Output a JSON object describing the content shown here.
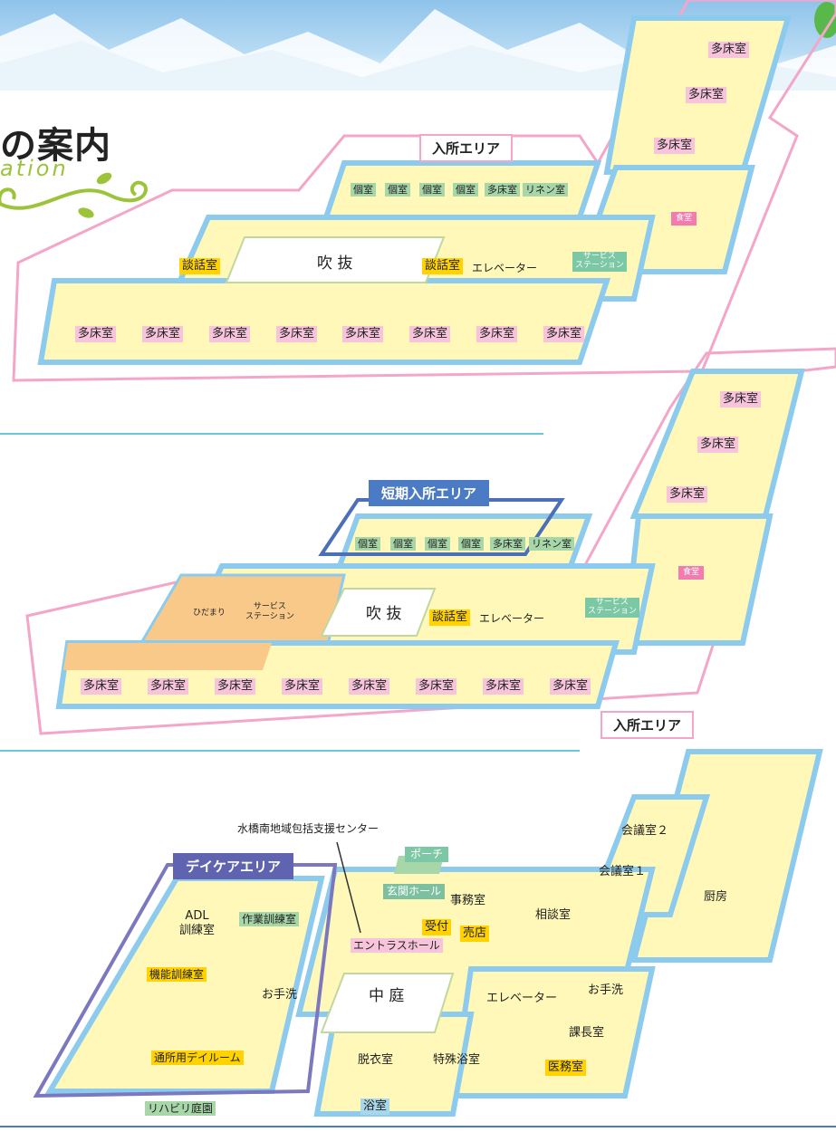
{
  "header": {
    "title": "の案内",
    "subtitle": "ation"
  },
  "colors": {
    "floor": "#fff8b8",
    "wall": "#8ccbee",
    "pink_outline": "#f4a6c8",
    "blue_outline": "#4b6fb8",
    "purple_outline": "#7b78c0",
    "orange": "#f9c98a"
  },
  "floor3": {
    "area_label": "入所エリア",
    "rooms_top": [
      "多床室",
      "多床室",
      "多床室"
    ],
    "private": [
      "個室",
      "個室",
      "個室",
      "個室",
      "多床室",
      "リネン室"
    ],
    "dining": "食堂",
    "atrium": "吹 抜",
    "lounge_left": "談話室",
    "lounge_right": "談話室",
    "elevator": "エレベーター",
    "station": "サービス\nステーション",
    "rooms_bottom": [
      "多床室",
      "多床室",
      "多床室",
      "多床室",
      "多床室",
      "多床室",
      "多床室",
      "多床室"
    ]
  },
  "floor2": {
    "short_area_label": "短期入所エリア",
    "area_label": "入所エリア",
    "rooms_top": [
      "多床室",
      "多床室",
      "多床室"
    ],
    "private": [
      "個室",
      "個室",
      "個室",
      "個室",
      "多床室",
      "リネン室"
    ],
    "dining": "食堂",
    "sunroom": "ひだまり",
    "station_left": "サービス\nステーション",
    "atrium": "吹 抜",
    "lounge": "談話室",
    "elevator": "エレベーター",
    "station_right": "サービス\nステーション",
    "rooms_bottom": [
      "多床室",
      "多床室",
      "多床室",
      "多床室",
      "多床室",
      "多床室",
      "多床室",
      "多床室"
    ]
  },
  "floor1": {
    "daycare_label": "デイケアエリア",
    "support_center": "水橋南地域包括支援センター",
    "porch": "ポーチ",
    "entrance_hall": "玄関ホール",
    "office": "事務室",
    "reception": "受付",
    "shop": "売店",
    "entrance_lobby": "エントラスホール",
    "consult": "相談室",
    "meeting2": "会議室２",
    "meeting1": "会議室１",
    "kitchen": "厨房",
    "adl": "ADL\n訓練室",
    "ot": "作業訓練室",
    "function": "機能訓練室",
    "toilet_left": "お手洗",
    "courtyard": "中 庭",
    "elevator": "エレベーター",
    "toilet_right": "お手洗",
    "dayroom": "通所用デイルーム",
    "dressing": "脱衣室",
    "special_bath": "特殊浴室",
    "section_chief": "課長室",
    "medical": "医務室",
    "bath": "浴室",
    "rehab_garden": "リハビリ庭園"
  }
}
